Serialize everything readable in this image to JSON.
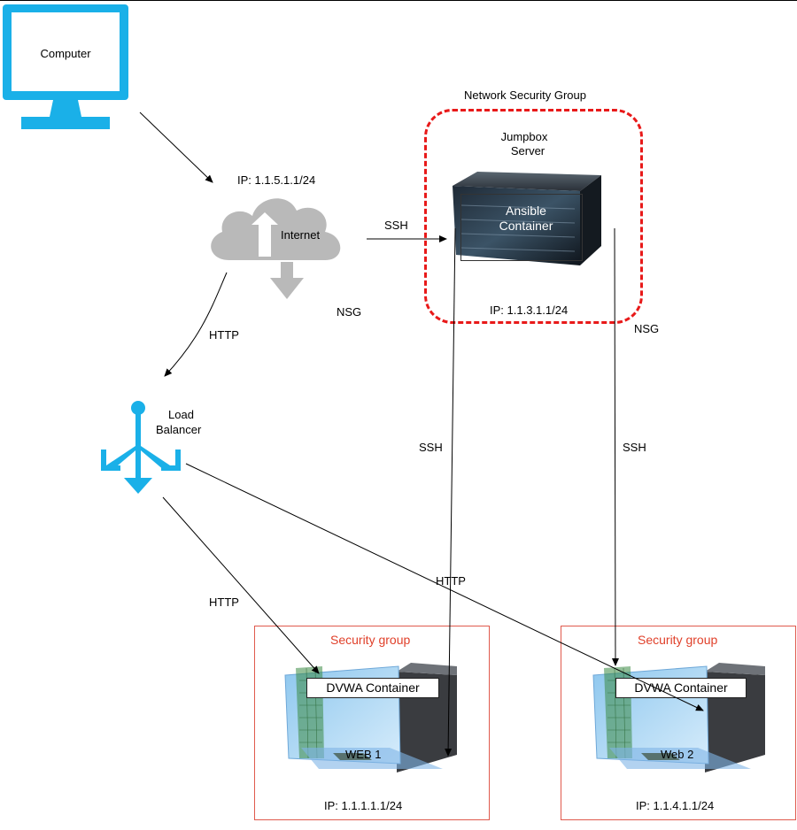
{
  "nodes": {
    "computer": {
      "label": "Computer"
    },
    "internet": {
      "label": "Internet",
      "ip": "IP: 1.1.5.1.1/24"
    },
    "nsg_group": {
      "label": "Network Security Group"
    },
    "jumpbox": {
      "label_line1": "Jumpbox",
      "label_line2": "Server",
      "ip": "IP: 1.1.3.1.1/24"
    },
    "ansible": {
      "label_line1": "Ansible",
      "label_line2": "Container"
    },
    "load_balancer": {
      "label_line1": "Load",
      "label_line2": "Balancer"
    },
    "web1": {
      "group_label": "Security group",
      "container_label": "DVWA Container",
      "label": "WEB 1",
      "ip": "IP: 1.1.1.1.1/24"
    },
    "web2": {
      "group_label": "Security group",
      "container_label": "DVWA Container",
      "label": "Web 2",
      "ip": "IP: 1.1.4.1.1/24"
    }
  },
  "edges": {
    "internet_to_jumpbox": "SSH",
    "nsg_left": "NSG",
    "nsg_right": "NSG",
    "internet_to_lb": "HTTP",
    "jumpbox_to_web1": "SSH",
    "jumpbox_to_web2": "SSH",
    "lb_to_web1": "HTTP",
    "lb_to_web2": "HTTP"
  },
  "colors": {
    "computer_icon": "#1ab0e8",
    "load_balancer_icon": "#1ab0e8",
    "cloud": "#b9b9b9",
    "nsg_border": "#e81919",
    "security_group": "#e0402a"
  },
  "icons": [
    "monitor-icon",
    "cloud-upload-download-icon",
    "server-rack-icon",
    "load-balancer-icon",
    "workstation-icon"
  ]
}
